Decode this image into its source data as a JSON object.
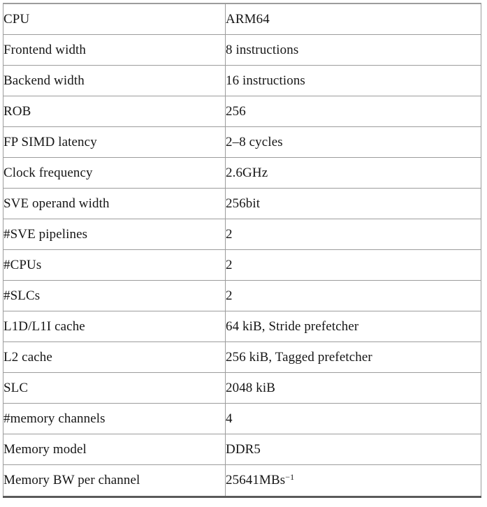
{
  "colors": {
    "background": "#ffffff",
    "grid_line": "#9c9c9c",
    "bottom_rule": "#5a5a5a",
    "text": "#161616"
  },
  "table": {
    "name": "cpu-specifications-table",
    "columns": [
      "parameter",
      "value"
    ],
    "rows": [
      {
        "label": "CPU",
        "value": "ARM64"
      },
      {
        "label": "Frontend width",
        "value": "8 instructions"
      },
      {
        "label": "Backend width",
        "value": "16 instructions"
      },
      {
        "label": "ROB",
        "value": "256"
      },
      {
        "label": "FP SIMD latency",
        "value": "2–8 cycles"
      },
      {
        "label": "Clock frequency",
        "value": "2.6GHz"
      },
      {
        "label": "SVE operand width",
        "value": "256bit"
      },
      {
        "label": "#SVE pipelines",
        "value": "2"
      },
      {
        "label": "#CPUs",
        "value": "2"
      },
      {
        "label": "#SLCs",
        "value": "2"
      },
      {
        "label": "L1D/L1I cache",
        "value": "64 kiB, Stride prefetcher"
      },
      {
        "label": "L2 cache",
        "value": "256 kiB, Tagged prefetcher"
      },
      {
        "label": "SLC",
        "value": "2048 kiB"
      },
      {
        "label": "#memory channels",
        "value": "4"
      },
      {
        "label": "Memory model",
        "value": "DDR5"
      },
      {
        "label": "Memory BW per channel",
        "value": "25641MBs",
        "value_sup": "−1"
      }
    ]
  }
}
